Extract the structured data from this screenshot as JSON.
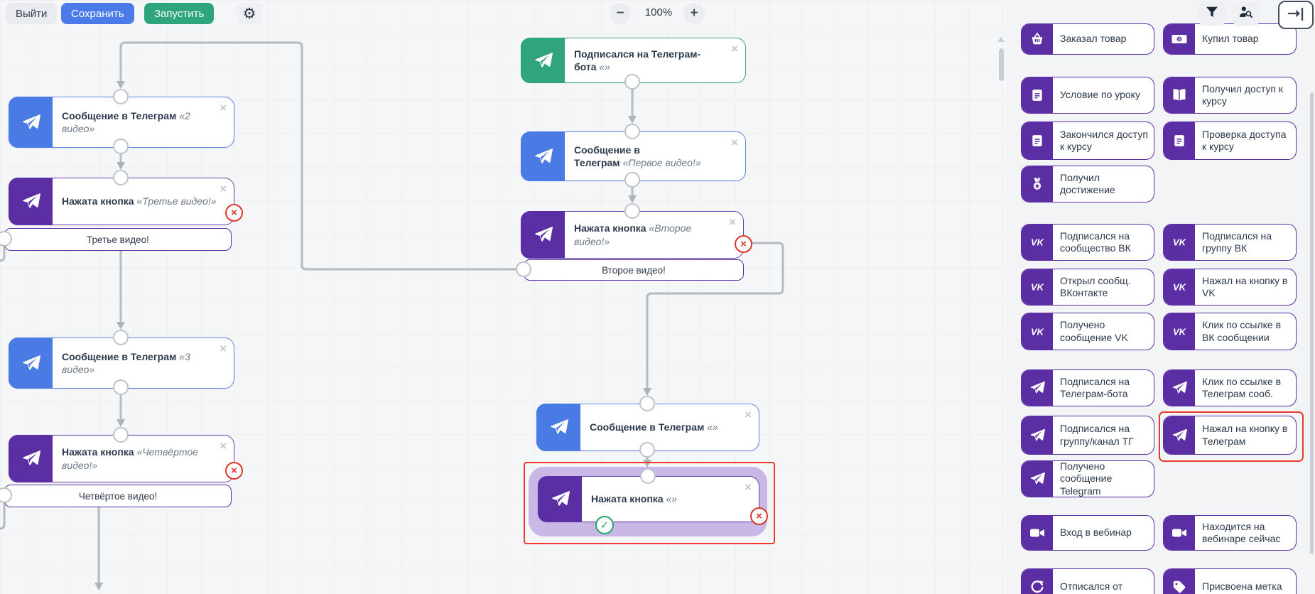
{
  "toolbar": {
    "exit": "Выйти",
    "save": "Сохранить",
    "run": "Запустить",
    "zoom": "100%"
  },
  "colors": {
    "accent_purple": "#5b2fa3",
    "node_blue": "#4a7ae3",
    "node_green": "#2fa47e",
    "save_blue": "#4b7be9",
    "run_green": "#2ea57b",
    "selection_red": "#ea3a2b",
    "wire_gray": "#b4bac2"
  },
  "canvas": {
    "nodes": [
      {
        "title": "Подписался на Телеграм-бота",
        "quote": "«»",
        "color": "green"
      },
      {
        "title": "Сообщение в Телеграм",
        "quote": "«Первое видео!»",
        "color": "blue"
      },
      {
        "title": "Нажата кнопка",
        "quote": "«Второе видео!»",
        "color": "purple",
        "button": "Второе видео!"
      },
      {
        "title": "Сообщение в Телеграм",
        "quote": "«2 видео»",
        "color": "blue"
      },
      {
        "title": "Нажата кнопка",
        "quote": "«Третье видео!»",
        "color": "purple",
        "button": "Третье видео!"
      },
      {
        "title": "Сообщение в Телеграм",
        "quote": "«3 видео»",
        "color": "blue"
      },
      {
        "title": "Нажата кнопка",
        "quote": "«Четвёртое видео!»",
        "color": "purple",
        "button": "Четвёртое видео!"
      },
      {
        "title": "Сообщение в Телеграм",
        "quote": "«»",
        "color": "blue"
      },
      {
        "title": "Нажата кнопка",
        "quote": "«»",
        "color": "purple",
        "selected": true
      }
    ]
  },
  "sidebar": {
    "items": [
      {
        "label": "Заказал товар",
        "icon": "basket"
      },
      {
        "label": "Купил товар",
        "icon": "money"
      },
      {
        "label": "Условие по уроку",
        "icon": "journal"
      },
      {
        "label": "Получил доступ к курсу",
        "icon": "open-book"
      },
      {
        "label": "Закончился доступ к курсу",
        "icon": "journal"
      },
      {
        "label": "Проверка доступа к курсу",
        "icon": "journal"
      },
      {
        "label": "Получил достижение",
        "icon": "medal"
      },
      {
        "label": "Подписался на сообщество ВК",
        "icon": "vk"
      },
      {
        "label": "Подписался на группу ВК",
        "icon": "vk"
      },
      {
        "label": "Открыл сообщ. ВКонтакте",
        "icon": "vk"
      },
      {
        "label": "Нажал на кнопку в VK",
        "icon": "vk"
      },
      {
        "label": "Получено сообщение VK",
        "icon": "vk"
      },
      {
        "label": "Клик по ссылке в ВК сообщении",
        "icon": "vk"
      },
      {
        "label": "Подписался на Телеграм-бота",
        "icon": "telegram"
      },
      {
        "label": "Клик по ссылке в Телеграм сооб.",
        "icon": "telegram"
      },
      {
        "label": "Подписался на группу/канал ТГ",
        "icon": "telegram"
      },
      {
        "label": "Нажал на кнопку в Телеграм",
        "icon": "telegram",
        "highlighted": true
      },
      {
        "label": "Получено сообщение Telegram",
        "icon": "telegram"
      },
      {
        "label": "Вход в вебинар",
        "icon": "webcam"
      },
      {
        "label": "Находится на вебинаре сейчас",
        "icon": "webcam"
      },
      {
        "label": "Отписался от",
        "icon": "refresh"
      },
      {
        "label": "Присвоена метка",
        "icon": "tag"
      }
    ]
  }
}
